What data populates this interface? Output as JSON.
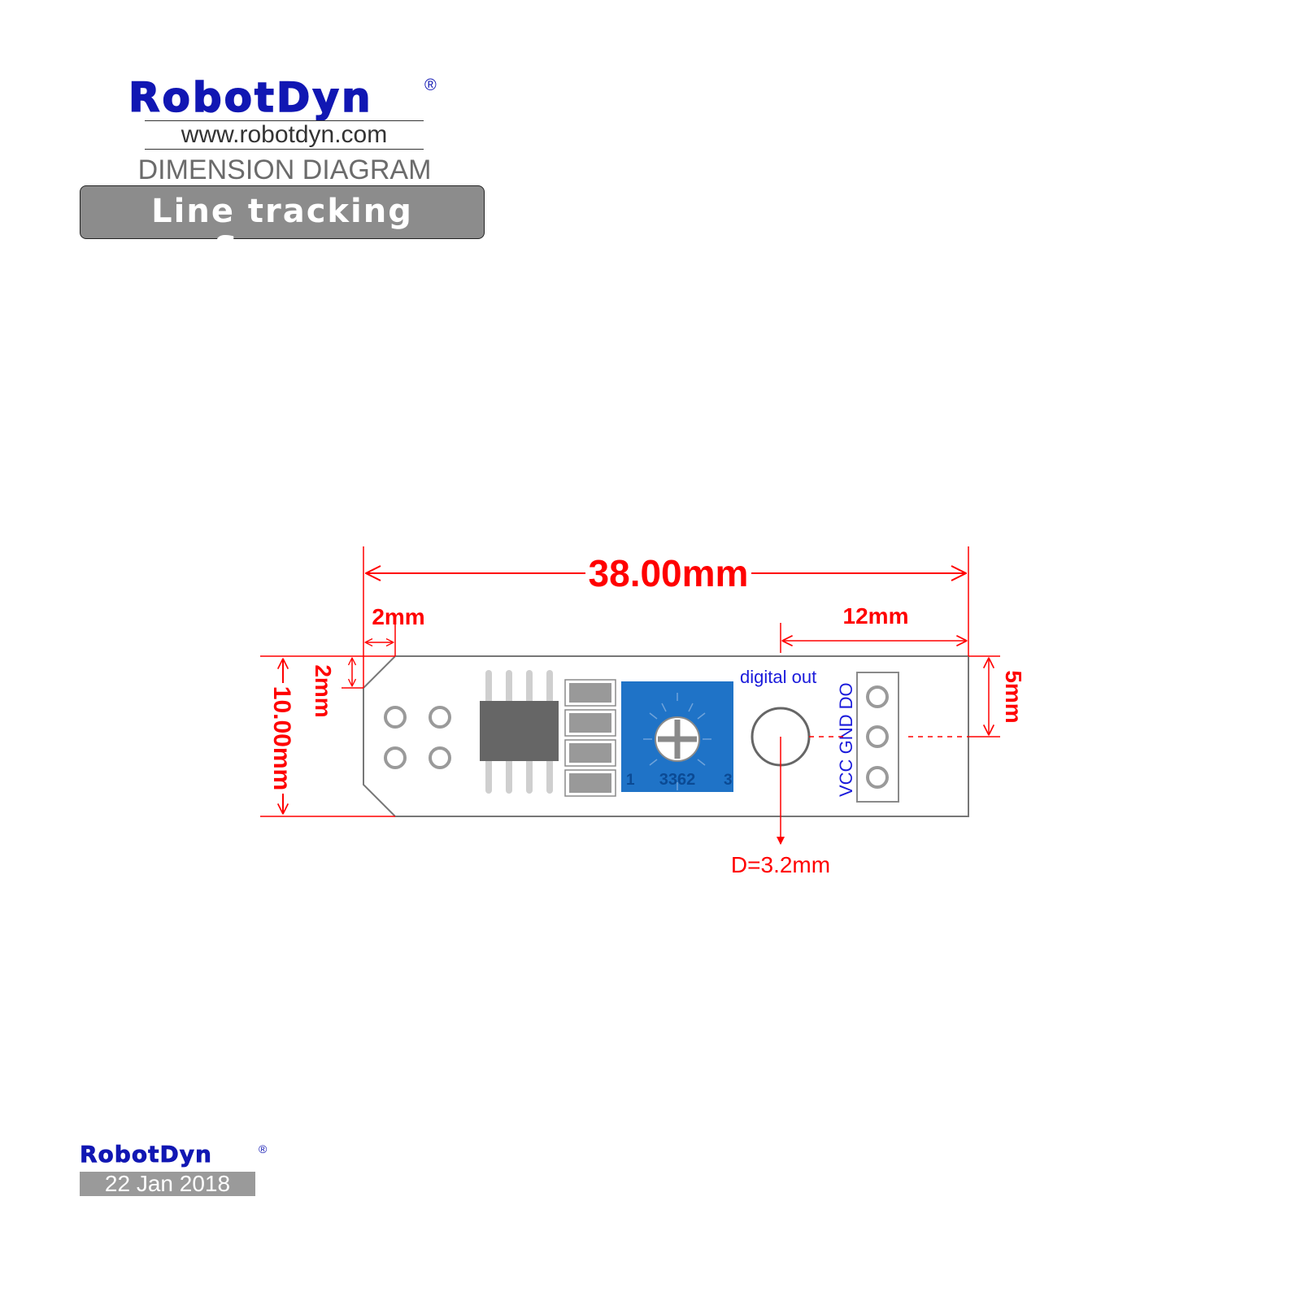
{
  "header": {
    "brand": "RobotDyn",
    "registered_mark": "®",
    "website": "www.robotdyn.com",
    "document_type": "DIMENSION DIAGRAM",
    "product_name": "Line tracking Sensor"
  },
  "footer": {
    "brand": "RobotDyn",
    "registered_mark": "®",
    "date": "22 Jan 2018"
  },
  "dimensions": {
    "overall_length": "38.00mm",
    "overall_width": "10.00mm",
    "chamfer_x": "2mm",
    "chamfer_y": "2mm",
    "header_offset": "12mm",
    "header_center": "5mm",
    "hole_diameter": "D=3.2mm"
  },
  "board": {
    "output_label": "digital out",
    "pin_labels": [
      "VCC",
      "GND",
      "DO"
    ],
    "potentiometer_model": "3362",
    "potentiometer_pin_left": "1",
    "potentiometer_pin_right": "3"
  },
  "colors": {
    "brand_blue": "#1117b3",
    "dimension_red": "#ff0000",
    "label_blue": "#1a1adb",
    "potentiometer_blue": "#1f73c7",
    "chip_gray": "#666666",
    "title_box_gray": "#8c8c8c"
  }
}
